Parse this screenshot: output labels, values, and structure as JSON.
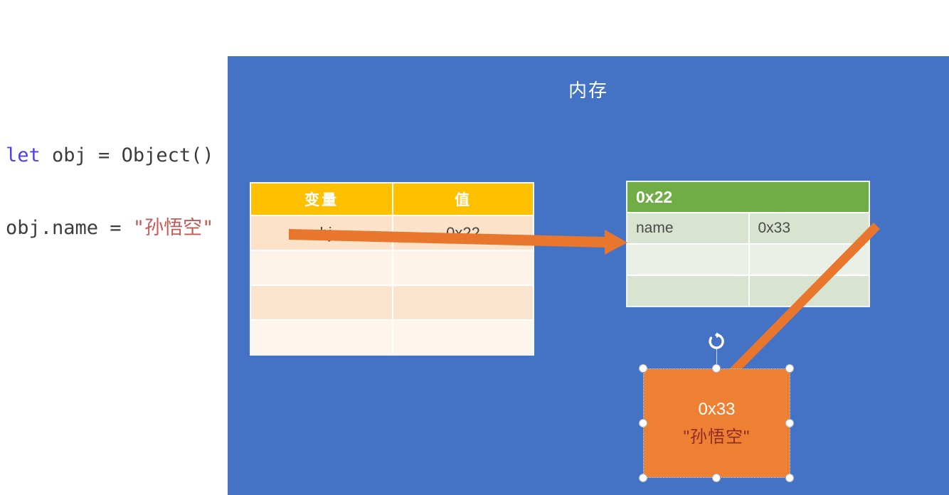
{
  "code": {
    "line1": {
      "keyword": "let",
      "rest": " obj = Object()"
    },
    "line2": {
      "prefix": "obj.name = ",
      "string": "\"孙悟空\""
    }
  },
  "slide": {
    "title": "内存",
    "background_color": "#4472C4",
    "variable_table": {
      "headers": [
        "变量",
        "值"
      ],
      "rows": [
        [
          "obj",
          "0x22"
        ],
        [
          "",
          ""
        ],
        [
          "",
          ""
        ],
        [
          "",
          ""
        ]
      ],
      "header_color": "#FFC000"
    },
    "memory_table": {
      "header": "0x22",
      "header_color": "#70AD47",
      "rows": [
        [
          "name",
          "0x33"
        ],
        [
          "",
          ""
        ],
        [
          "",
          ""
        ]
      ]
    },
    "object_shape": {
      "address": "0x33",
      "value": "\"孙悟空\"",
      "fill_color": "#ED8033",
      "selected": true,
      "rotation_handle": "rotate-icon"
    },
    "arrows": [
      {
        "name": "arrow-obj-to-memory",
        "color": "#E8762C",
        "direction": "right"
      },
      {
        "name": "arrow-memory-to-object",
        "color": "#E8762C",
        "direction": "down-left"
      }
    ]
  }
}
